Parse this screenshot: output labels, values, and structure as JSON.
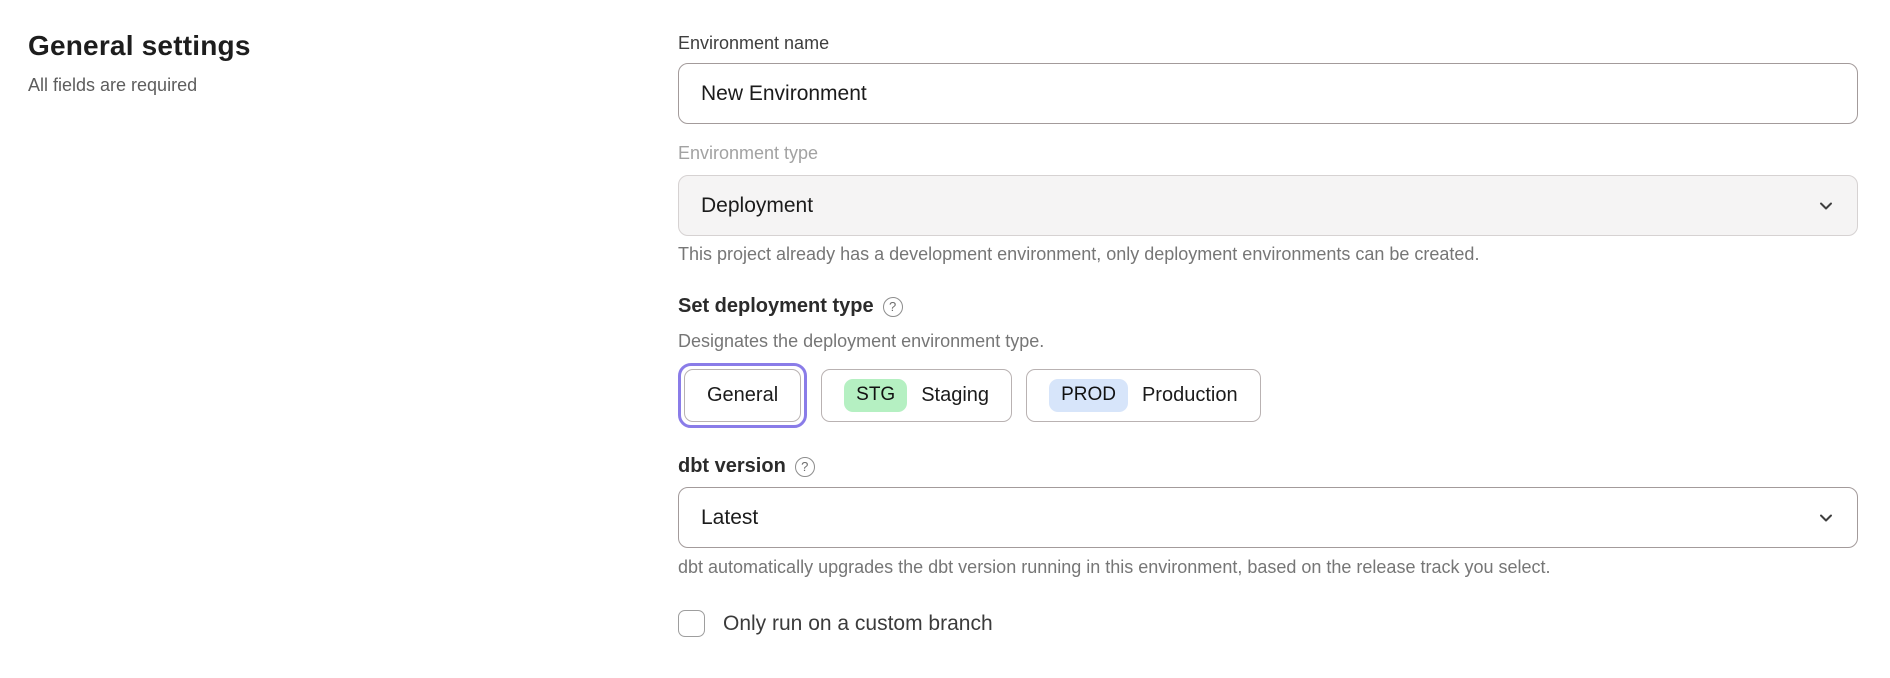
{
  "left_panel": {
    "title": "General settings",
    "subtitle": "All fields are required"
  },
  "icons": {
    "help_glyph": "?",
    "chevron_icon": "chevron-down"
  },
  "colors": {
    "selected_outline": "#8a7ce8",
    "disabled_select_background": "#f5f4f4",
    "staging_badge": "#b5f0c2",
    "production_badge": "#d7e5fa"
  },
  "form": {
    "environment_name": {
      "label": "Environment name",
      "value": "New Environment"
    },
    "environment_type": {
      "label": "Environment type",
      "value": "Deployment",
      "disabled": true,
      "helper": "This project already has a development environment, only deployment environments can be created."
    },
    "deployment_type": {
      "label": "Set deployment type",
      "description": "Designates the deployment environment type.",
      "options": [
        {
          "label": "General",
          "badge": "",
          "badge_color": "",
          "selected": true
        },
        {
          "label": "Staging",
          "badge": "STG",
          "badge_color": "#b5f0c2",
          "selected": false
        },
        {
          "label": "Production",
          "badge": "PROD",
          "badge_color": "#d7e5fa",
          "selected": false
        }
      ]
    },
    "dbt_version": {
      "label": "dbt version",
      "value": "Latest",
      "helper": "dbt automatically upgrades the dbt version running in this environment, based on the release track you select."
    },
    "custom_branch": {
      "label": "Only run on a custom branch",
      "checked": false
    }
  }
}
